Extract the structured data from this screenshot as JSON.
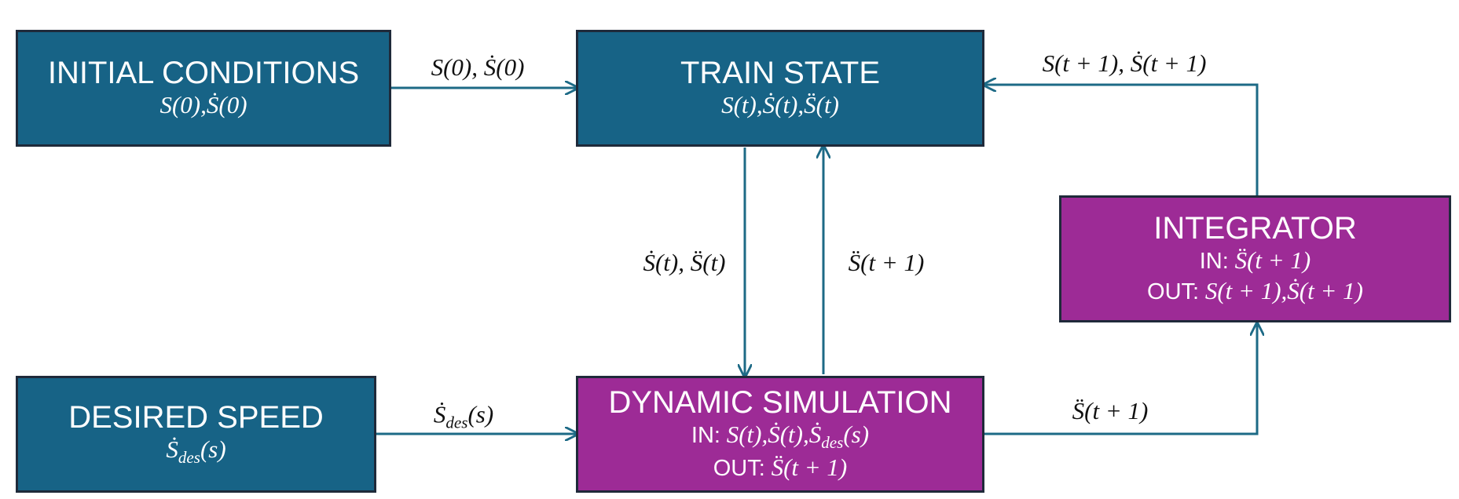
{
  "colors": {
    "teal": "#176386",
    "purple": "#9d2b96",
    "arrow": "#1d6a86"
  },
  "nodes": {
    "initial_conditions": {
      "title": "INITIAL CONDITIONS",
      "line1": "S(0),Ṡ(0)"
    },
    "train_state": {
      "title": "TRAIN STATE",
      "line1": "S(t),Ṡ(t),S̈(t)"
    },
    "desired_speed": {
      "title": "DESIRED SPEED",
      "line1": "Ṡdes(s)"
    },
    "dynamic_simulation": {
      "title": "DYNAMIC SIMULATION",
      "in_prefix": "IN:",
      "in_value": "S(t),Ṡ(t),Ṡdes(s)",
      "out_prefix": "OUT:",
      "out_value": "S̈(t + 1)"
    },
    "integrator": {
      "title": "INTEGRATOR",
      "in_prefix": "IN:",
      "in_value": "S̈(t + 1)",
      "out_prefix": "OUT:",
      "out_value": "S(t + 1),Ṡ(t + 1)"
    }
  },
  "edges": {
    "init_to_state": "S(0), Ṡ(0)",
    "integrator_to_state": "S(t + 1), Ṡ(t + 1)",
    "state_to_sim": "Ṡ(t), S̈(t)",
    "sim_to_state": "S̈(t + 1)",
    "desired_to_sim": "Ṡdes(s)",
    "sim_to_integrator": "S̈(t + 1)"
  }
}
